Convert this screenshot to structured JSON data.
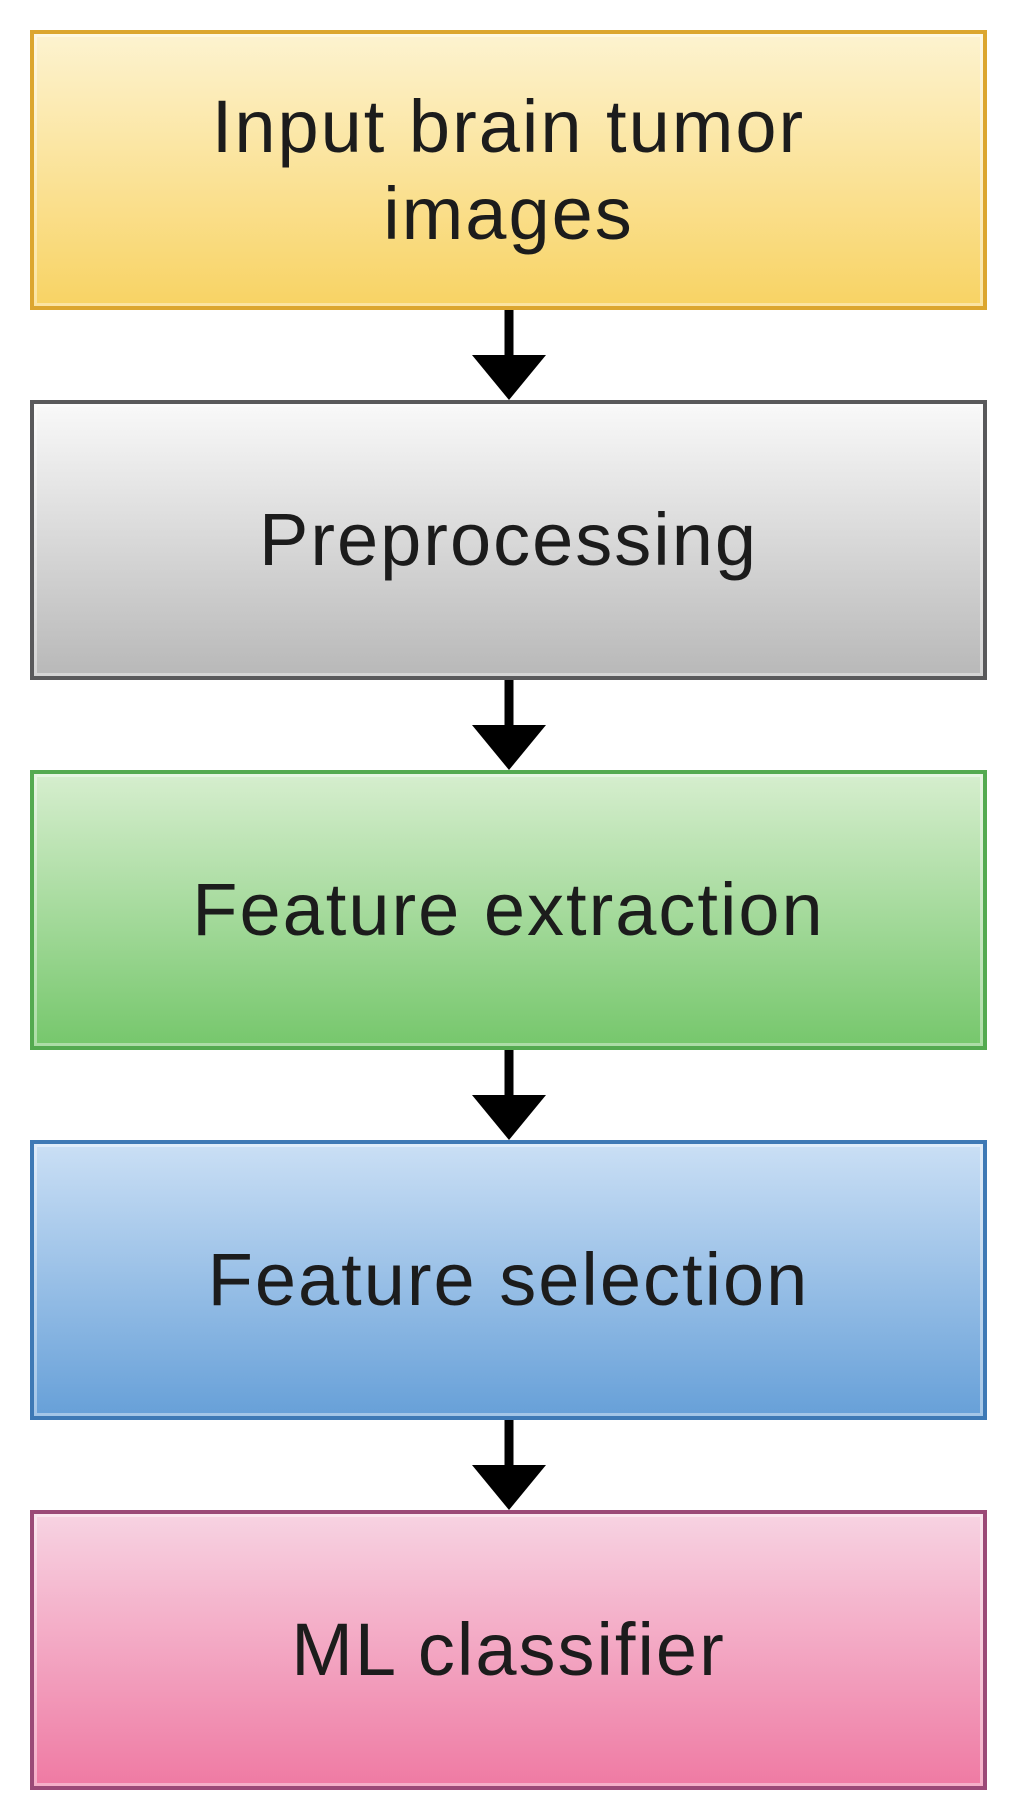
{
  "diagram": {
    "type": "flowchart",
    "direction": "top-down",
    "background_color": "#ffffff",
    "arrow_color": "#000000",
    "text_color": "#1c1c1c",
    "nodes": [
      {
        "id": "input-images",
        "label": "Input brain tumor images",
        "fill_top": "#fdf3d0",
        "fill_bottom": "#f8d364",
        "border_color": "#dca62f"
      },
      {
        "id": "preprocessing",
        "label": "Preprocessing",
        "fill_top": "#f9f9f9",
        "fill_bottom": "#b8b8b8",
        "border_color": "#59595b"
      },
      {
        "id": "feature-extraction",
        "label": "Feature extraction",
        "fill_top": "#d6eece",
        "fill_bottom": "#76c76c",
        "border_color": "#54aa50"
      },
      {
        "id": "feature-selection",
        "label": "Feature selection",
        "fill_top": "#cadff5",
        "fill_bottom": "#67a0d8",
        "border_color": "#3e79b5"
      },
      {
        "id": "ml-classifier",
        "label": "ML classifier",
        "fill_top": "#f7d3e2",
        "fill_bottom": "#ef7aa3",
        "border_color": "#9b4a77"
      }
    ],
    "edges": [
      {
        "from": "input-images",
        "to": "preprocessing"
      },
      {
        "from": "preprocessing",
        "to": "feature-extraction"
      },
      {
        "from": "feature-extraction",
        "to": "feature-selection"
      },
      {
        "from": "feature-selection",
        "to": "ml-classifier"
      }
    ]
  }
}
